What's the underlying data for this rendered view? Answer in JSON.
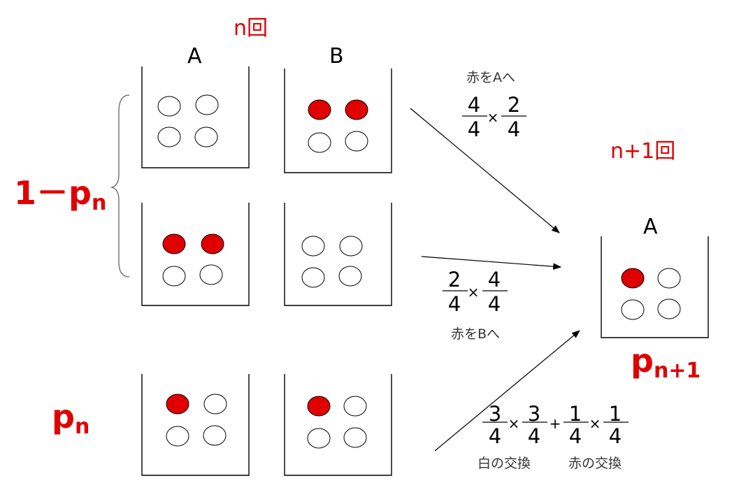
{
  "colors": {
    "red": "#e00000",
    "white": "#ffffff",
    "text_red": "#e00000"
  },
  "labels": {
    "round_n": "n回",
    "round_n1": "n+1回",
    "box_a": "A",
    "box_b": "B",
    "result_box": "A",
    "prob_left_top": {
      "main": "1－p",
      "sub": "n"
    },
    "prob_left_bottom": {
      "main": "p",
      "sub": "n"
    },
    "prob_result": {
      "main": "p",
      "sub": "n+1"
    }
  },
  "boxes": [
    {
      "name": "row1-a",
      "balls": [
        "white",
        "white",
        "white",
        "white"
      ]
    },
    {
      "name": "row1-b",
      "balls": [
        "red",
        "red",
        "white",
        "white"
      ]
    },
    {
      "name": "row2-a",
      "balls": [
        "red",
        "red",
        "white",
        "white"
      ]
    },
    {
      "name": "row2-b",
      "balls": [
        "white",
        "white",
        "white",
        "white"
      ]
    },
    {
      "name": "row3-a",
      "balls": [
        "red",
        "white",
        "white",
        "white"
      ]
    },
    {
      "name": "row3-b",
      "balls": [
        "red",
        "white",
        "white",
        "white"
      ]
    },
    {
      "name": "result-a",
      "balls": [
        "red",
        "white",
        "white",
        "white"
      ]
    }
  ],
  "transitions": [
    {
      "caption": "赤をAへ",
      "terms": [
        {
          "n": "4",
          "d": "4"
        },
        {
          "n": "2",
          "d": "4"
        }
      ],
      "op": "×"
    },
    {
      "caption": "赤をBへ",
      "terms": [
        {
          "n": "2",
          "d": "4"
        },
        {
          "n": "4",
          "d": "4"
        }
      ],
      "op": "×"
    },
    {
      "terms": [
        {
          "n": "3",
          "d": "4"
        },
        {
          "n": "3",
          "d": "4"
        },
        {
          "n": "1",
          "d": "4"
        },
        {
          "n": "1",
          "d": "4"
        }
      ],
      "ops": [
        "×",
        "+",
        "×"
      ],
      "captions": [
        "白の交換",
        "赤の交換"
      ]
    }
  ]
}
